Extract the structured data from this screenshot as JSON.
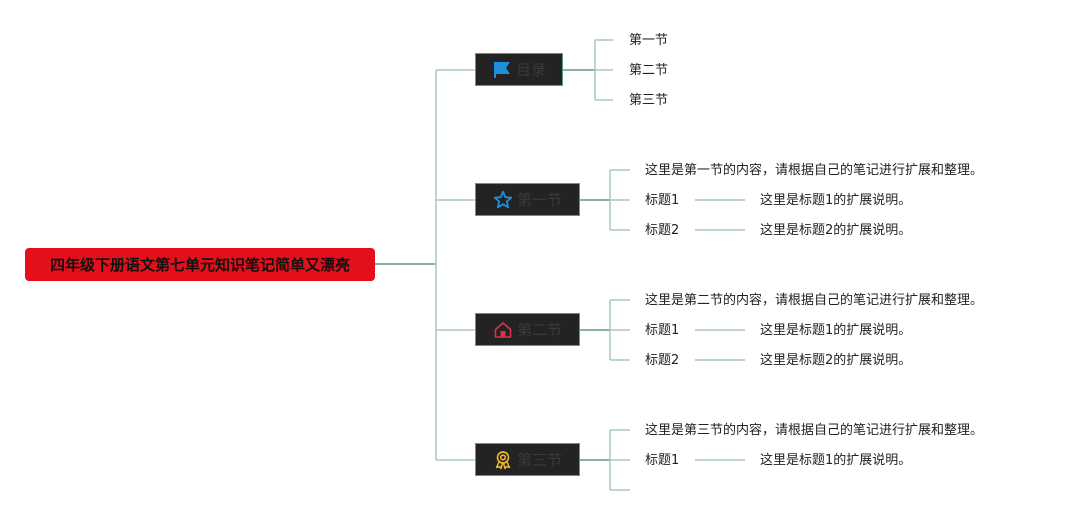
{
  "root": {
    "title": "四年级下册语文第七单元知识笔记简单又漂亮",
    "color": "#e3101b"
  },
  "branches": [
    {
      "label": "目录",
      "icon": "flag-icon",
      "icon_color": "#1e8fd8",
      "children": [
        {
          "text": "第一节"
        },
        {
          "text": "第二节"
        },
        {
          "text": "第三节"
        }
      ]
    },
    {
      "label": "第一节",
      "icon": "star-icon",
      "icon_color": "#1e8fd8",
      "content": "这里是第一节的内容，请根据自己的笔记进行扩展和整理。",
      "topics": [
        {
          "title": "标题1",
          "desc": "这里是标题1的扩展说明。"
        },
        {
          "title": "标题2",
          "desc": "这里是标题2的扩展说明。"
        }
      ]
    },
    {
      "label": "第二节",
      "icon": "home-icon",
      "icon_color": "#d8334a",
      "content": "这里是第二节的内容，请根据自己的笔记进行扩展和整理。",
      "topics": [
        {
          "title": "标题1",
          "desc": "这里是标题1的扩展说明。"
        },
        {
          "title": "标题2",
          "desc": "这里是标题2的扩展说明。"
        }
      ]
    },
    {
      "label": "第三节",
      "icon": "award-icon",
      "icon_color": "#e9b72c",
      "content": "这里是第三节的内容，请根据自己的笔记进行扩展和整理。",
      "topics": [
        {
          "title": "标题1",
          "desc": "这里是标题1的扩展说明。"
        }
      ]
    }
  ],
  "colors": {
    "main_line": "#5e9a86",
    "sub_line": "#a9c8bf",
    "branch_bg": "#232323"
  }
}
